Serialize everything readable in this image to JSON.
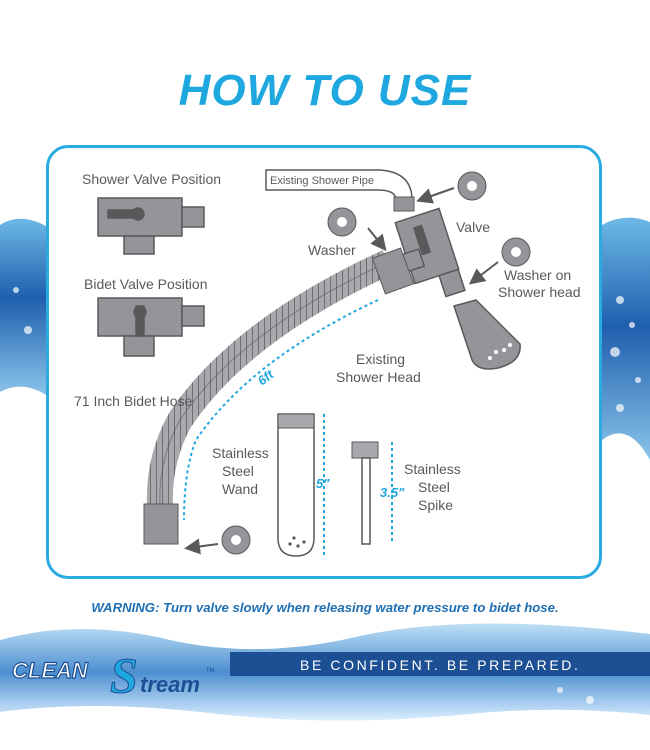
{
  "title": "HOW TO USE",
  "labels": {
    "shower_valve_position": "Shower Valve Position",
    "bidet_valve_position": "Bidet Valve Position",
    "existing_shower_pipe": "Existing Shower Pipe",
    "washer": "Washer",
    "valve": "Valve",
    "washer_on": "Washer on",
    "shower_head": "Shower head",
    "existing": "Existing",
    "existing_shower_head": "Shower Head",
    "hose": "71 Inch Bidet Hose",
    "hose_length": "6ft",
    "wand_line1": "Stainless",
    "wand_line2": "Steel",
    "wand_line3": "Wand",
    "wand_length": "5\"",
    "spike_line1": "Stainless",
    "spike_line2": "Steel",
    "spike_line3": "Spike",
    "spike_length": "3.5\""
  },
  "warning": {
    "prefix": "WARNING:",
    "text": " Turn valve slowly when releasing water pressure to bidet hose."
  },
  "brand": {
    "word1": "CLEAN",
    "word2": "tream",
    "letter": "S",
    "tm": "TM",
    "tagline": "BE CONFIDENT. BE PREPARED."
  },
  "colors": {
    "accent": "#1fa8df",
    "warning": "#1f6fb4",
    "part_fill": "#939598",
    "part_stroke": "#58595b",
    "panel_border": "#29abe2"
  }
}
